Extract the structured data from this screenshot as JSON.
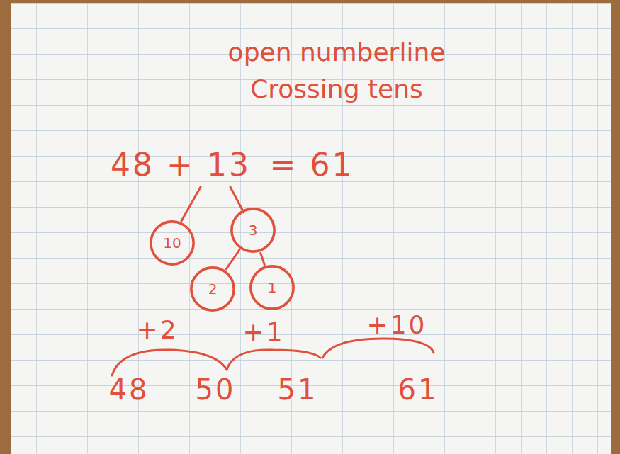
{
  "diagram": {
    "title": "open numberline Crossing tens",
    "nodes": [
      {
        "text": [
          "10"
        ]
      },
      {
        "text": [
          "3"
        ]
      },
      {
        "text": [
          "2"
        ]
      },
      {
        "text": [
          "1"
        ]
      }
    ],
    "edges": [
      {
        "from": 1,
        "to": 2,
        "arrow": "none"
      },
      {
        "from": 1,
        "to": 3,
        "arrow": "none"
      }
    ],
    "labels": [
      "48 + 13",
      "= 61",
      "+2",
      "+1",
      "+10",
      "48",
      "50",
      "51",
      "61"
    ]
  }
}
